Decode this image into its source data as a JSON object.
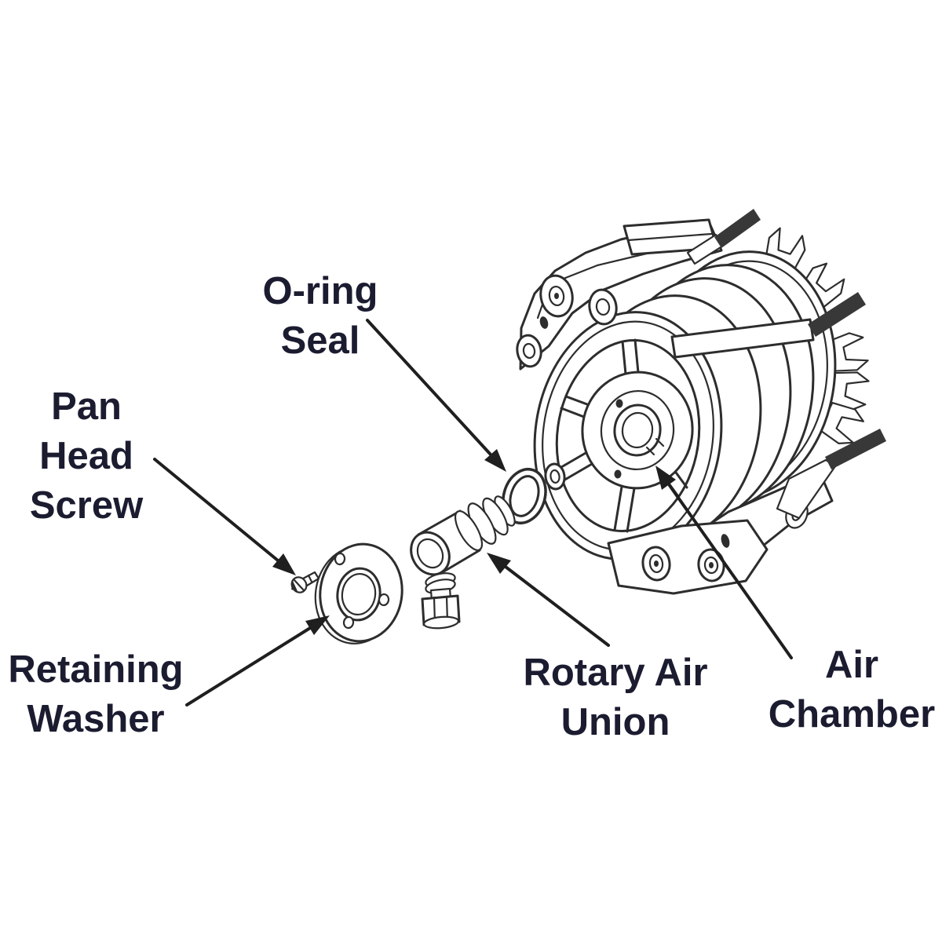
{
  "diagram": {
    "type": "exploded-parts-diagram",
    "subject": "Air chamber assembly with rotary air union",
    "colors": {
      "background": "#ffffff",
      "line_ink": "#2d2d2d",
      "label_text": "#1b1c30",
      "stud_fill": "#383838",
      "arrow": "#1f1f1f"
    },
    "labels": {
      "oring_seal": {
        "line1": "O-ring",
        "line2": "Seal"
      },
      "pan_head_screw": {
        "line1": "Pan",
        "line2": "Head",
        "line3": "Screw"
      },
      "retaining_washer": {
        "line1": "Retaining",
        "line2": "Washer"
      },
      "rotary_air_union": {
        "line1": "Rotary Air",
        "line2": "Union"
      },
      "air_chamber": {
        "line1": "Air",
        "line2": "Chamber"
      }
    }
  }
}
